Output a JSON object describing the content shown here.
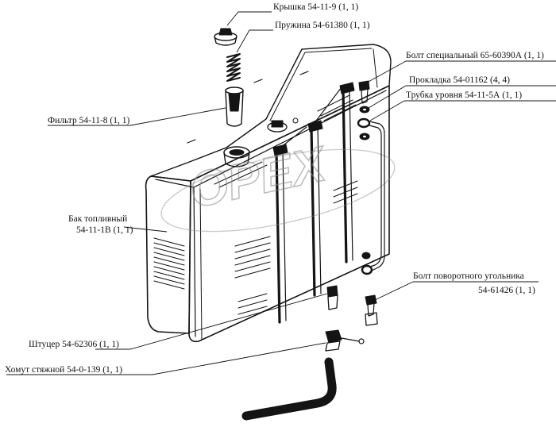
{
  "watermark": "OPEX",
  "labels": {
    "cap": "Крышка 54-11-9 (1, 1)",
    "spring": "Пружина 54-61380 (1, 1)",
    "special_bolt": "Болт специальный 65-60390А (1, 1)",
    "gasket": "Прокладка 54-01162 (4, 4)",
    "level_tube": "Трубка уровня 54-11-5А (1, 1)",
    "filter": "Фильтр 54-11-8 (1, 1)",
    "tank_line1": "Бак топливный",
    "tank_line2": "54-11-1В (1, 1)",
    "elbow_bolt_line1": "Болт поворотного угольника",
    "elbow_bolt_line2": "54-61426 (1, 1)",
    "fitting": "Штуцер 54-62306 (1, 1)",
    "clamp": "Хомут стяжной 54-0-139 (1, 1)"
  }
}
